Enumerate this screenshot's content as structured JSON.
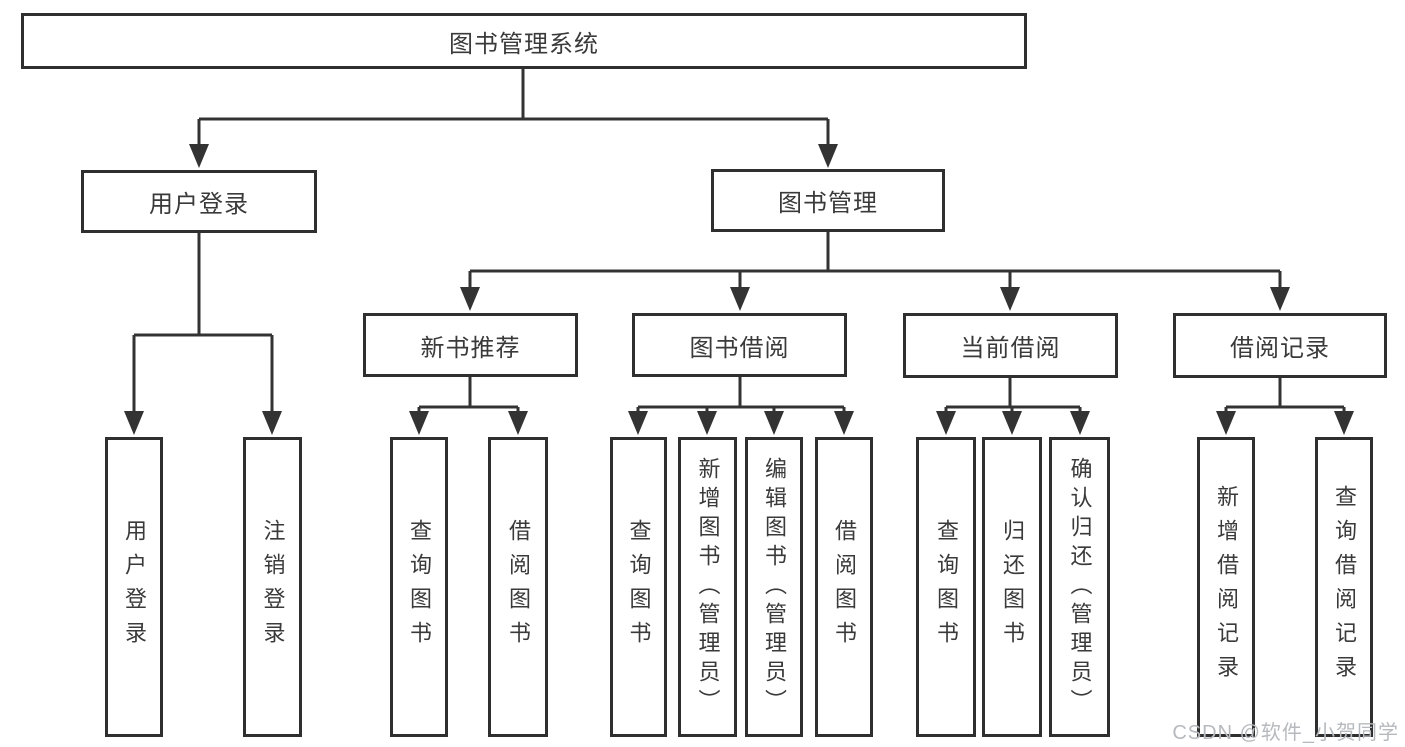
{
  "diagram": {
    "tree": {
      "label": "图书管理系统",
      "children": [
        {
          "label": "用户登录",
          "children": [
            {
              "label": "用户登录"
            },
            {
              "label": "注销登录"
            }
          ]
        },
        {
          "label": "图书管理",
          "children": [
            {
              "label": "新书推荐",
              "children": [
                {
                  "label": "查询图书"
                },
                {
                  "label": "借阅图书"
                }
              ]
            },
            {
              "label": "图书借阅",
              "children": [
                {
                  "label": "查询图书"
                },
                {
                  "label": "新增图书（管理员）"
                },
                {
                  "label": "编辑图书（管理员）"
                },
                {
                  "label": "借阅图书"
                }
              ]
            },
            {
              "label": "当前借阅",
              "children": [
                {
                  "label": "查询图书"
                },
                {
                  "label": "归还图书"
                },
                {
                  "label": "确认归还（管理员）"
                }
              ]
            },
            {
              "label": "借阅记录",
              "children": [
                {
                  "label": "新增借阅记录"
                },
                {
                  "label": "查询借阅记录"
                }
              ]
            }
          ]
        }
      ]
    },
    "watermark": "CSDN @软件_小贺同学",
    "colors": {
      "line": "#333333",
      "box_border": "#2f2f2f",
      "box_background": "#ffffff",
      "text": "#3a3a3a",
      "watermark": "#b6babe"
    }
  }
}
